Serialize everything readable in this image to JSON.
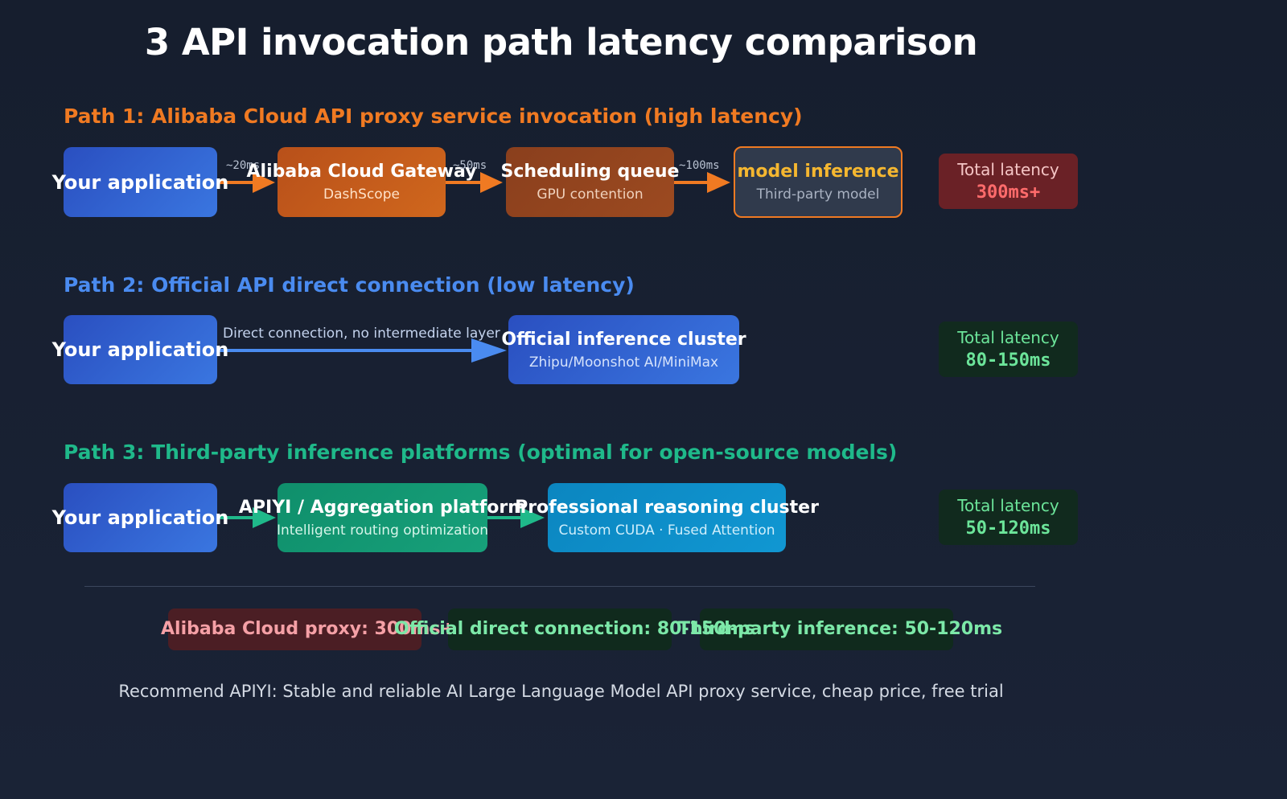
{
  "title": "3 API invocation path latency comparison",
  "colors": {
    "path1": "#f07a22",
    "path2": "#4a8bf0",
    "path3": "#1fb98a",
    "background": "#161e2e"
  },
  "path1": {
    "heading": "Path 1: Alibaba Cloud API proxy service invocation (high latency)",
    "app": "Your application",
    "gateway": {
      "label": "Alibaba Cloud Gateway",
      "sub": "DashScope"
    },
    "queue": {
      "label": "Scheduling queue",
      "sub": "GPU contention"
    },
    "inference": {
      "label": "model inference",
      "sub": "Third-party model"
    },
    "hops": [
      "~20ms",
      "~50ms",
      "~100ms"
    ],
    "total": {
      "label": "Total latency",
      "value": "300ms+"
    }
  },
  "path2": {
    "heading": "Path 2: Official API direct connection (low latency)",
    "app": "Your application",
    "link": "Direct connection, no intermediate layer",
    "cluster": {
      "label": "Official inference cluster",
      "sub": "Zhipu/Moonshot AI/MiniMax"
    },
    "total": {
      "label": "Total latency",
      "value": "80-150ms"
    }
  },
  "path3": {
    "heading": "Path 3: Third-party inference platforms (optimal for open-source models)",
    "app": "Your application",
    "platform": {
      "label": "APIYI / Aggregation platform",
      "sub": "Intelligent routing optimization"
    },
    "cluster": {
      "label": "Professional reasoning cluster",
      "sub": "Custom CUDA · Fused Attention"
    },
    "total": {
      "label": "Total latency",
      "value": "50-120ms"
    }
  },
  "summary": [
    "Alibaba Cloud proxy: 300ms+",
    "Official direct connection: 80-150ms",
    "Third-party inference: 50-120ms"
  ],
  "footer": "Recommend APIYI: Stable and reliable AI Large Language Model API proxy service, cheap price, free trial"
}
